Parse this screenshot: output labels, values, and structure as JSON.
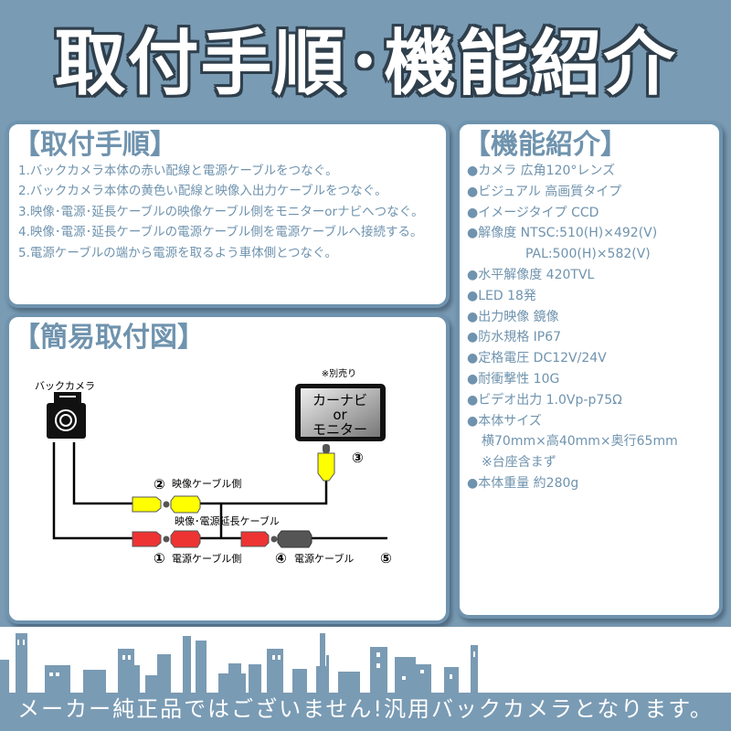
{
  "title": "取付手順･機能紹介",
  "install": {
    "heading": "【取付手順】",
    "steps": [
      "1.バックカメラ本体の赤い配線と電源ケーブルをつなぐ。",
      "2.バックカメラ本体の黄色い配線と映像入出力ケーブルをつなぐ。",
      "3.映像･電源･延長ケーブルの映像ケーブル側をモニターorナビへつなぐ。",
      "4.映像･電源･延長ケーブルの電源ケーブル側を電源ケーブルへ接続する。",
      "5.電源ケーブルの端から電源を取るよう車体側とつなぐ。"
    ]
  },
  "diagram": {
    "heading": "【簡易取付図】",
    "camera_label": "バックカメラ",
    "sold_separately": "※別売り",
    "monitor_lines": [
      "カーナビ",
      "or",
      "モニター"
    ],
    "n1": "①",
    "n2": "②",
    "n3": "③",
    "n4": "④",
    "n5": "⑤",
    "video_side": "映像ケーブル側",
    "extension": "映像･電源延長ケーブル",
    "power_side": "電源ケーブル側",
    "power_cable": "電源ケーブル"
  },
  "features": {
    "heading": "【機能紹介】",
    "items": [
      "●カメラ 広角120°レンズ",
      "●ビジュアル 高画質タイプ",
      "●イメージタイプ CCD",
      "●解像度 NTSC:510(H)×492(V)",
      "PAL:500(H)×582(V)",
      "●水平解像度 420TVL",
      "●LED 18発",
      "●出力映像 鏡像",
      "●防水規格 IP67",
      "●定格電圧 DC12V/24V",
      "●耐衝撃性 10G",
      "●ビデオ出力 1.0Vp-p75Ω",
      "●本体サイズ",
      "横70mm×高40mm×奥行65mm",
      "※台座含まず",
      "●本体重量 約280g"
    ]
  },
  "footer": "メーカー純正品ではございません!汎用バックカメラとなります。",
  "colors": {
    "accent": "#6f93ae",
    "background": "#7a9bb4"
  }
}
